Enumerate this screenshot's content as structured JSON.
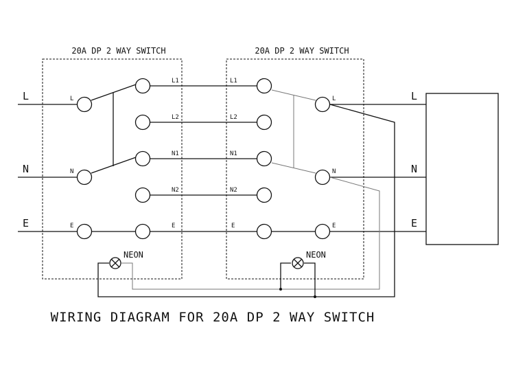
{
  "diagram": {
    "caption": "WIRING DIAGRAM FOR 20A DP 2 WAY SWITCH",
    "switch_left": {
      "title": "20A DP 2 WAY SWITCH",
      "terminals": {
        "L": "L",
        "N": "N",
        "E_in": "E",
        "L1": "L1",
        "L2": "L2",
        "N1": "N1",
        "N2": "N2",
        "E_out": "E"
      },
      "neon": "NEON"
    },
    "switch_right": {
      "title": "20A DP 2 WAY SWITCH",
      "terminals": {
        "L1": "L1",
        "L2": "L2",
        "N1": "N1",
        "N2": "N2",
        "E_in": "E",
        "L": "L",
        "N": "N",
        "E_out": "E"
      },
      "neon": "NEON"
    },
    "supply": {
      "L": "L",
      "N": "N",
      "E": "E"
    },
    "load": {
      "L": "L",
      "N": "N",
      "E": "E"
    }
  }
}
